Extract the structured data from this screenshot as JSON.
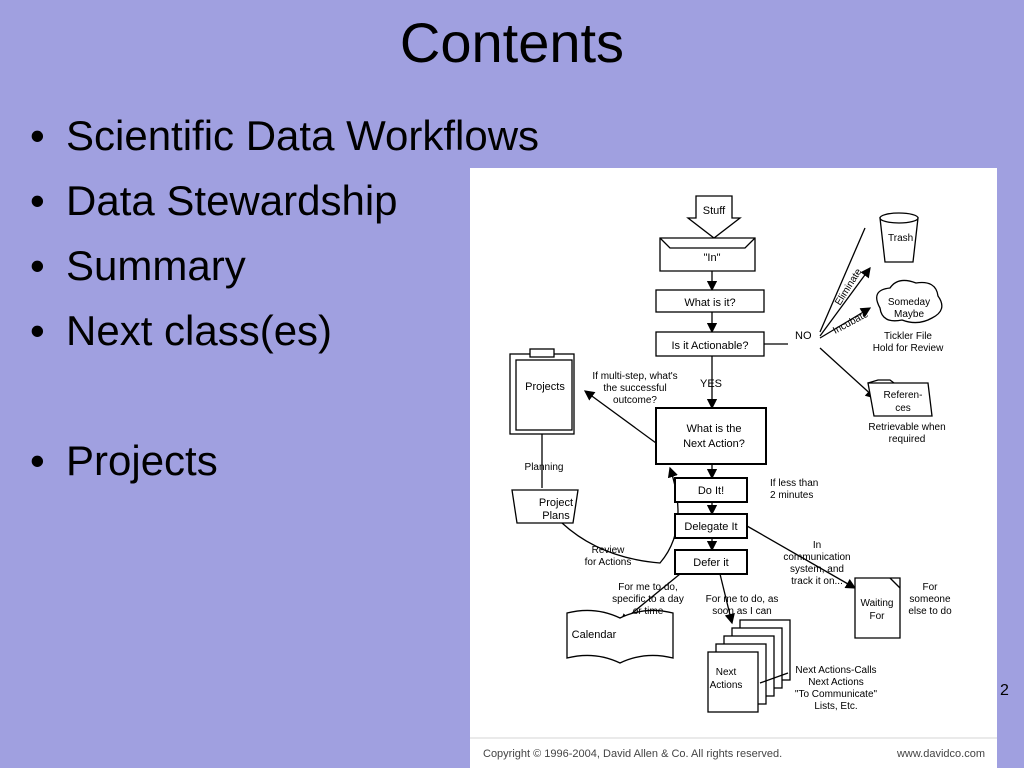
{
  "slide": {
    "title": "Contents",
    "bullets": [
      "Scientific Data Workflows",
      "Data Stewardship",
      "Summary",
      "Next class(es)",
      "Projects"
    ],
    "page_number": "2"
  },
  "figure": {
    "stuff": "Stuff",
    "in": "\"In\"",
    "what_is_it": "What is it?",
    "is_actionable": "Is it Actionable?",
    "no": "NO",
    "yes": "YES",
    "eliminate": "Eliminate",
    "trash": "Trash",
    "incubate": "Incubate",
    "someday": [
      "Someday",
      "Maybe"
    ],
    "tickler": [
      "Tickler File",
      "Hold for Review"
    ],
    "references": [
      "Referen-",
      "ces"
    ],
    "retrievable": [
      "Retrievable when",
      "required"
    ],
    "projects": "Projects",
    "multi_step": [
      "If multi-step, what's",
      "the successful",
      "outcome?"
    ],
    "next_action": [
      "What is the",
      "Next Action?"
    ],
    "planning": "Planning",
    "project_plans": [
      "Project",
      "Plans"
    ],
    "review_for_actions": [
      "Review",
      "for Actions"
    ],
    "do_it": "Do It!",
    "less_than": [
      "If less than",
      "2 minutes"
    ],
    "delegate_it": "Delegate It",
    "defer_it": "Defer it",
    "in_comm": [
      "In",
      "communication",
      "system, and",
      "track it on..."
    ],
    "waiting_for": [
      "Waiting",
      "For"
    ],
    "for_someone": [
      "For",
      "someone",
      "else to do"
    ],
    "for_me_specific": [
      "For me to do,",
      "specific to a day",
      "or time"
    ],
    "for_me_soon": [
      "For me to do, as",
      "soon as I can"
    ],
    "calendar": "Calendar",
    "next_actions": [
      "Next",
      "Actions"
    ],
    "next_actions_list": [
      "Next Actions-Calls",
      "Next Actions",
      "\"To Communicate\"",
      "Lists, Etc."
    ],
    "copyright": "Copyright  © 1996-2004, David Allen & Co.  All rights reserved.",
    "site": "www.davidco.com"
  }
}
